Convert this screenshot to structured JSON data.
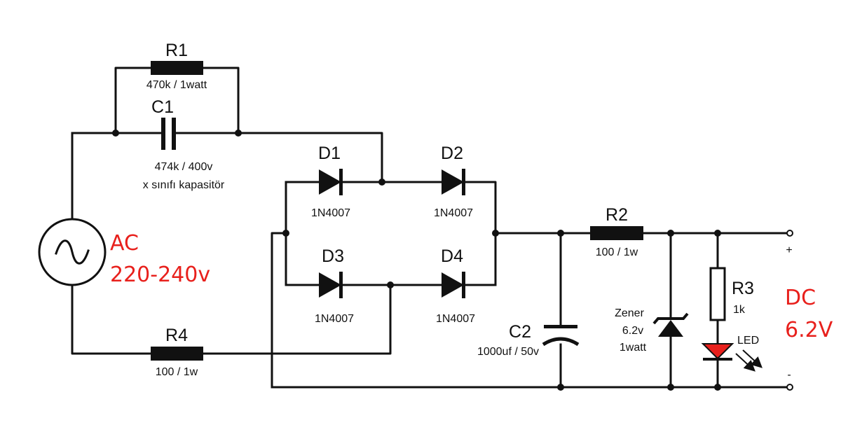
{
  "circuit": {
    "source": {
      "title": "AC",
      "voltage": "220-240v"
    },
    "output": {
      "title": "DC",
      "voltage": "6.2V",
      "plus": "+",
      "minus": "-"
    },
    "components": {
      "R1": {
        "name": "R1",
        "value": "470k / 1watt"
      },
      "C1": {
        "name": "C1",
        "value": "474k / 400v",
        "note": "x sınıfı kapasitör"
      },
      "D1": {
        "name": "D1",
        "value": "1N4007"
      },
      "D2": {
        "name": "D2",
        "value": "1N4007"
      },
      "D3": {
        "name": "D3",
        "value": "1N4007"
      },
      "D4": {
        "name": "D4",
        "value": "1N4007"
      },
      "R2": {
        "name": "R2",
        "value": "100 / 1w"
      },
      "R4": {
        "name": "R4",
        "value": "100 / 1w"
      },
      "C2": {
        "name": "C2",
        "value": "1000uf / 50v"
      },
      "Z1": {
        "line1": "Zener",
        "line2": "6.2v",
        "line3": "1watt"
      },
      "R3": {
        "name": "R3",
        "value": "1k"
      },
      "LED": {
        "name": "LED",
        "color": "#e8201c"
      }
    }
  }
}
